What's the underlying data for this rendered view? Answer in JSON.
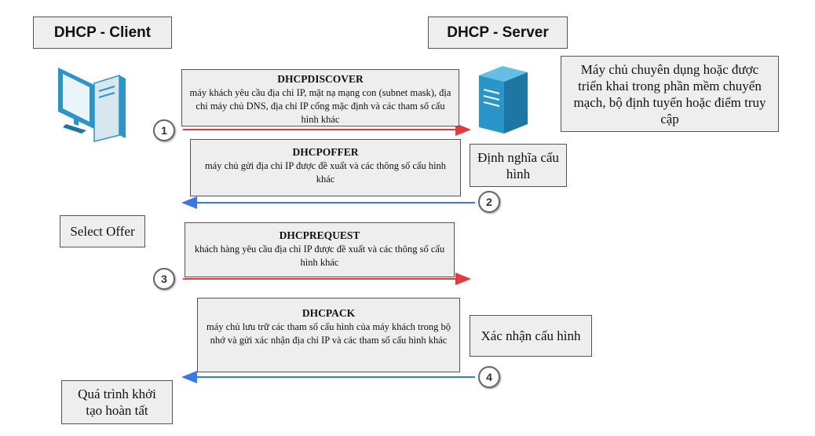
{
  "headers": {
    "client": "DHCP - Client",
    "server": "DHCP - Server"
  },
  "server_note": "Máy chủ chuyên dụng hoặc được triển khai trong phần mềm chuyển mạch, bộ định tuyến hoặc điểm truy cập",
  "messages": [
    {
      "step": "1",
      "title": "DHCPDISCOVER",
      "text": "máy khách yêu cầu địa chỉ IP, mặt nạ mạng con (subnet mask), địa chỉ máy chủ DNS, địa chỉ IP cổng mặc định và các tham số cấu hình khác",
      "direction": "client-to-server",
      "color": "#e8393a"
    },
    {
      "step": "2",
      "title": "DHCPOFFER",
      "text": "máy chủ gửi địa chỉ IP được đề xuất và các thông số cấu hình khác",
      "direction": "server-to-client",
      "color": "#3a78e8"
    },
    {
      "step": "3",
      "title": "DHCPREQUEST",
      "text": "khách hàng yêu cầu địa chỉ IP được đề xuất và các thông số cấu hình khác",
      "direction": "client-to-server",
      "color": "#e8393a"
    },
    {
      "step": "4",
      "title": "DHCPACK",
      "text": "máy chủ lưu trữ các tham số cấu hình của máy khách trong bộ nhớ và gửi xác nhận địa chỉ IP và các tham số cấu hình khác",
      "direction": "server-to-client",
      "color": "#3a78e8"
    }
  ],
  "notes": {
    "define_config": "Định nghĩa cấu hình",
    "select_offer": "Select Offer",
    "confirm_config": "Xác nhận cấu hình",
    "complete": "Quá trình khởi tạo hoàn tất"
  },
  "icons": {
    "client": "desktop-computer-icon",
    "server": "server-tower-icon"
  },
  "colors": {
    "request_arrow": "#e8393a",
    "response_arrow": "#3a78e8",
    "device": "#2a95c8"
  }
}
